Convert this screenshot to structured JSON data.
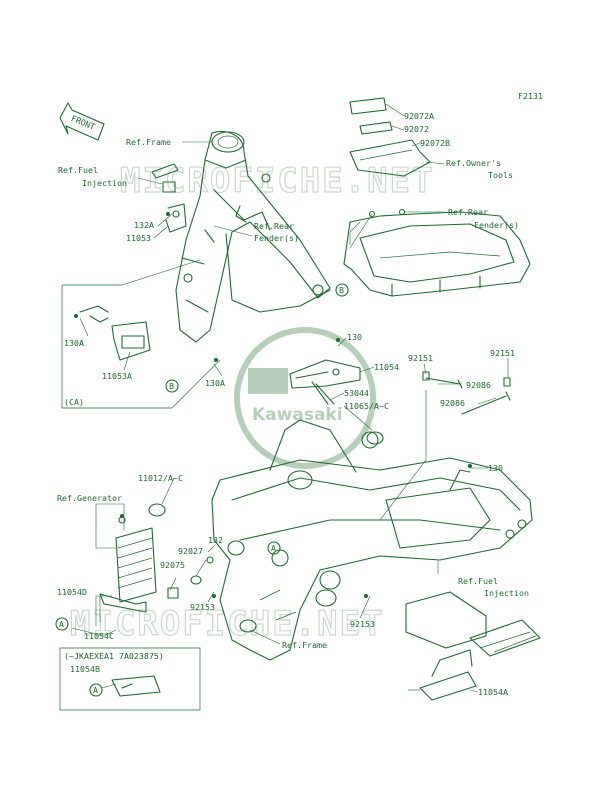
{
  "diagram": {
    "code": "F2131",
    "front_label": "FRONT",
    "logo_text": "Kawasaki",
    "watermark_top": "MICROFICHE.NET",
    "watermark_bottom": "MICROFICHE.NET"
  },
  "labels": {
    "ref_frame_top": "Ref.Frame",
    "ref_fuel_injection_left_1": "Ref.Fuel",
    "ref_fuel_injection_left_2": "Injection",
    "p132A": "132A",
    "p11053": "11053",
    "ref_rear_fender_left_1": "Ref.Rear",
    "ref_rear_fender_left_2": "Fender(s)",
    "p92072A": "92072A",
    "p92072": "92072",
    "p92072B": "92072B",
    "ref_owners_tools_1": "Ref.Owner's",
    "ref_owners_tools_2": "Tools",
    "ref_rear_fender_right_1": "Ref.Rear",
    "ref_rear_fender_right_2": "Fender(s)",
    "p130A_left": "130A",
    "p11053A": "11053A",
    "p130A_right": "130A",
    "ca": "(CA)",
    "marker_B": "B",
    "marker_A": "A",
    "p130_mid": "130",
    "p11054": "11054",
    "p53044": "53044",
    "p11065": "11065/A~C",
    "p92151_left": "92151",
    "p92151_right": "92151",
    "p92086_top": "92086",
    "p92086_bottom": "92086",
    "p130_right": "130",
    "p11012": "11012/A~C",
    "ref_generator": "Ref.Generator",
    "p132": "132",
    "p92027": "92027",
    "p92075": "92075",
    "p11054D": "11054D",
    "p92153_left": "92153",
    "p11054C": "11054C",
    "p92153_right": "92153",
    "ref_frame_bottom": "Ref.Frame",
    "ref_fuel_injection_right_1": "Ref.Fuel",
    "ref_fuel_injection_right_2": "Injection",
    "jkae_note": "(~JKAEXEA1 7A023875)",
    "p11054B": "11054B",
    "p11054A": "11054A"
  },
  "colors": {
    "ink": "#1f6b2e",
    "watermark": "#c9d9cc",
    "background": "#ffffff"
  }
}
